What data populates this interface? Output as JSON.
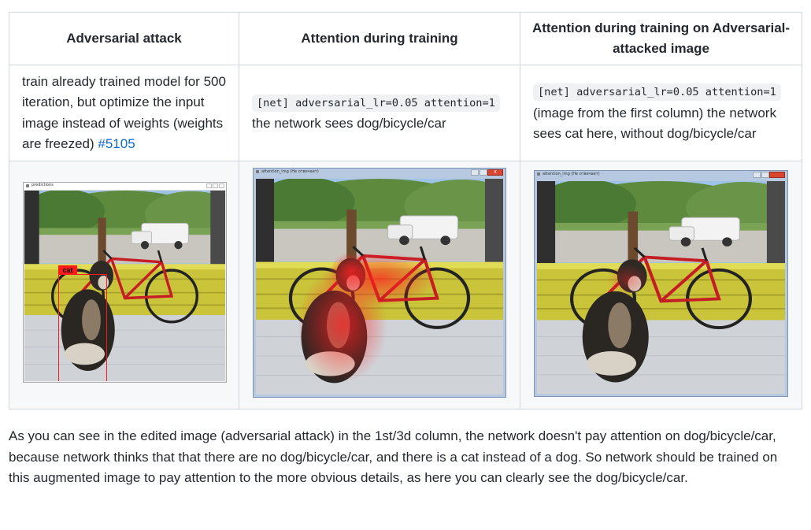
{
  "table": {
    "headers": [
      "Adversarial attack",
      "Attention during training",
      "Attention during training on Adversarial-attacked image"
    ],
    "col1": {
      "text": "train already trained model for 500 iteration, but optimize the input image instead of weights (weights are freezed) ",
      "link": "#5105"
    },
    "col2": {
      "code": "[net] adversarial_lr=0.05 attention=1",
      "text": "the network sees dog/bicycle/car"
    },
    "col3": {
      "code": "[net] adversarial_lr=0.05 attention=1",
      "text": "(image from the first column) the network sees cat here, without dog/bicycle/car"
    }
  },
  "screenshots": {
    "col1": {
      "window_title": "predictions",
      "detection_label": "cat",
      "detection_color": "#ff1a1a"
    },
    "col2": {
      "window_title": "attention_img (Не отвечает)",
      "close_symbol": "x"
    },
    "col3": {
      "window_title": "attention_img (Не отвечает)"
    }
  },
  "paragraph": "As you can see in the edited image (adversarial attack) in the 1st/3d column, the network doesn't pay attention on dog/bicycle/car, because network thinks that that there are no dog/bicycle/car, and there is a cat instead of a dog. So network should be trained on this augmented image to pay attention to the more obvious details, as here you can clearly see the dog/bicycle/car.",
  "colors": {
    "link": "#0969da",
    "border": "#d0d7de",
    "code_bg": "#eff1f3"
  }
}
